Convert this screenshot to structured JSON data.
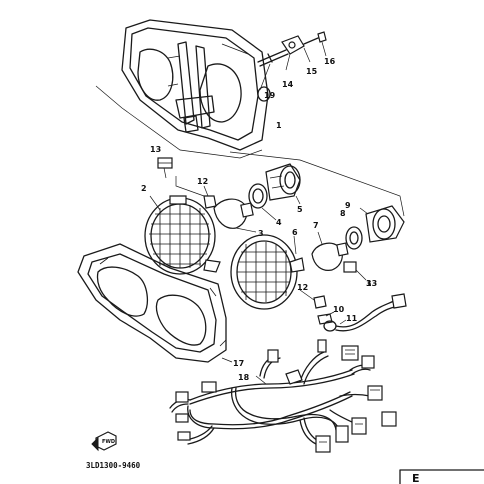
{
  "diagram": {
    "document_number": "3LD1300-9460",
    "forward_marker": "FWD",
    "corner_letter": "E",
    "callouts": [
      {
        "id": "n1",
        "text": "1"
      },
      {
        "id": "n2",
        "text": "2"
      },
      {
        "id": "n3a",
        "text": "3"
      },
      {
        "id": "n3b",
        "text": "3"
      },
      {
        "id": "n4",
        "text": "4"
      },
      {
        "id": "n5",
        "text": "5"
      },
      {
        "id": "n6",
        "text": "6"
      },
      {
        "id": "n7",
        "text": "7"
      },
      {
        "id": "n8",
        "text": "8"
      },
      {
        "id": "n9",
        "text": "9"
      },
      {
        "id": "n10",
        "text": "10"
      },
      {
        "id": "n11",
        "text": "11"
      },
      {
        "id": "n12a",
        "text": "12"
      },
      {
        "id": "n12b",
        "text": "12"
      },
      {
        "id": "n13a",
        "text": "13"
      },
      {
        "id": "n13b",
        "text": "13"
      },
      {
        "id": "n14",
        "text": "14"
      },
      {
        "id": "n15",
        "text": "15"
      },
      {
        "id": "n16",
        "text": "16"
      },
      {
        "id": "n17",
        "text": "17"
      },
      {
        "id": "n18",
        "text": "18"
      },
      {
        "id": "n19",
        "text": "19"
      }
    ]
  }
}
